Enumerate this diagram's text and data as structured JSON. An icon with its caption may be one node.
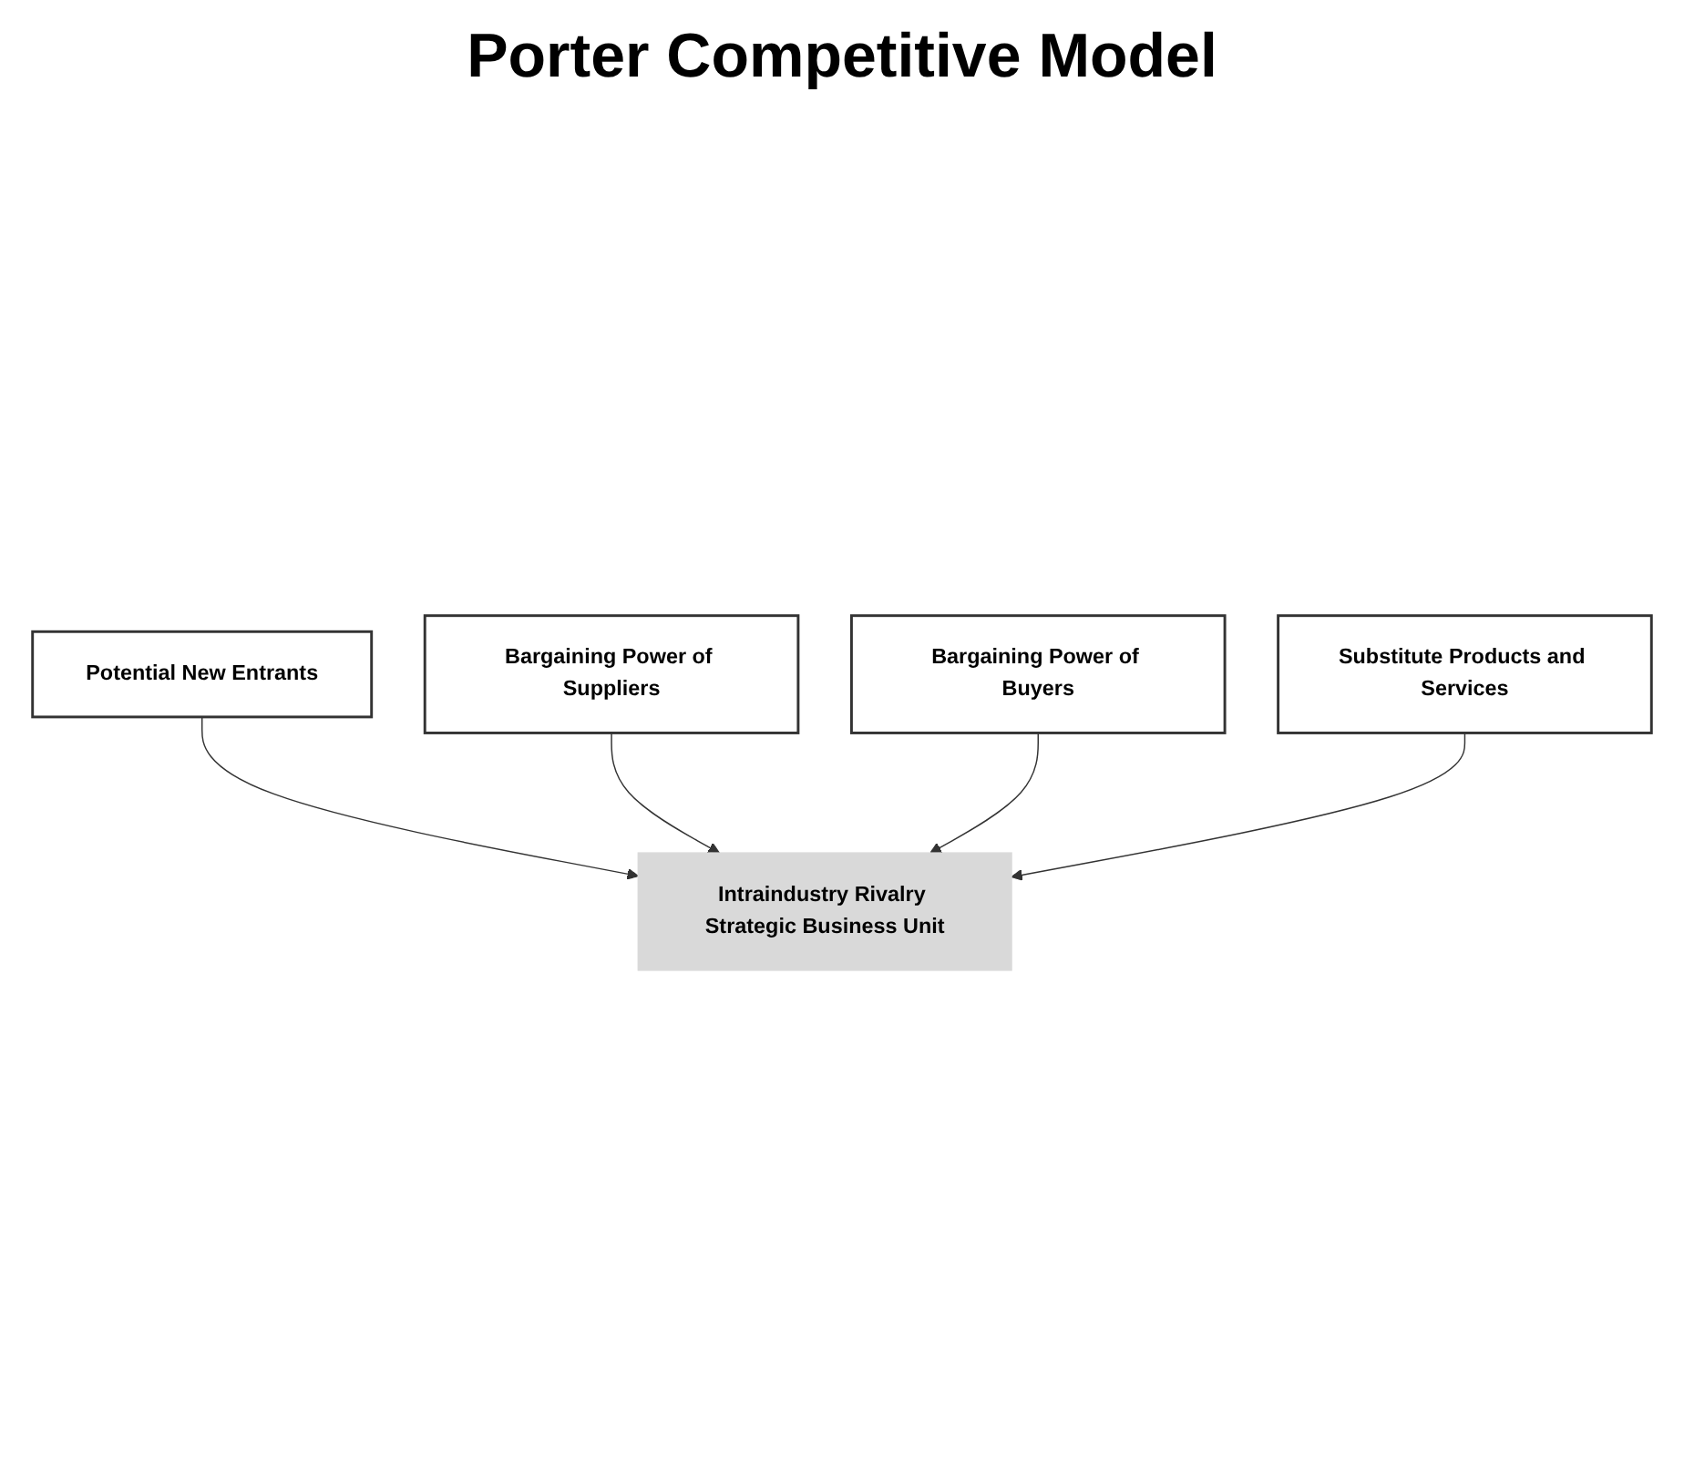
{
  "diagram": {
    "title": "Porter Competitive Model",
    "nodes": [
      {
        "text": [
          "Potential New Entrants"
        ]
      },
      {
        "text": [
          "Bargaining Power of Suppliers"
        ]
      },
      {
        "text": [
          "Intraindustry Rivalry Strategic Business Unit"
        ]
      },
      {
        "text": [
          "Bargaining Power of Buyers"
        ]
      },
      {
        "text": [
          "Substitute Products and Services"
        ]
      }
    ],
    "edges": [
      {
        "from": 0,
        "to": 2,
        "arrow": "to"
      },
      {
        "from": 1,
        "to": 2,
        "arrow": "to"
      },
      {
        "from": 3,
        "to": 2,
        "arrow": "to"
      },
      {
        "from": 4,
        "to": 2,
        "arrow": "to"
      }
    ]
  }
}
